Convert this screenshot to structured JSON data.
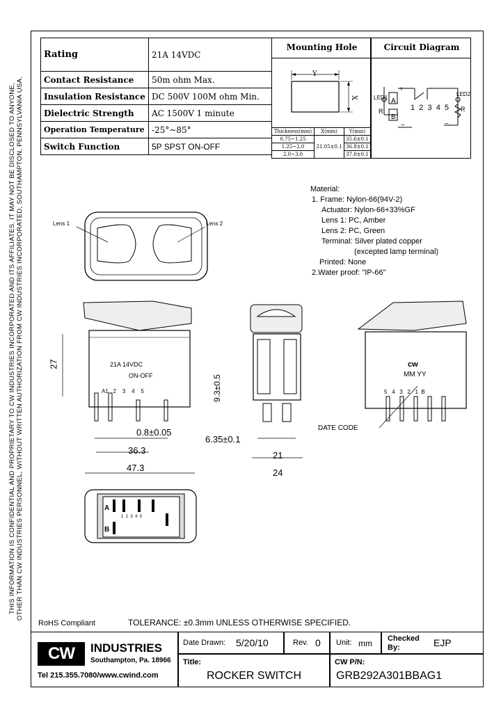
{
  "side_note": {
    "line1": "THIS INFORMATION IS CONFIDENTIAL AND PROPRIETARY TO CW INDUSTRIES INCORPORATED AND ITS AFFILIATES.  IT MAY NOT BE DISCLOSED TO ANYONE,",
    "line2": "OTHER THAN CW INDUSTRIES PERSONNEL, WITHOUT WRITTEN AUTHORIZATION FROM CW INDUSTRIES INCORPORATED, SOUTHAMPTON, PENNSYLVANIA USA."
  },
  "specs": [
    {
      "label": "Rating",
      "value": "21A  14VDC"
    },
    {
      "label": "Contact Resistance",
      "value": "50m ohm Max."
    },
    {
      "label": "Insulation Resistance",
      "value": "DC 500V 100M ohm Min."
    },
    {
      "label": "Dielectric Strength",
      "value": "AC 1500V 1 minute"
    },
    {
      "label": "Operation Temperature",
      "value": "-25°~85°"
    },
    {
      "label": "Switch Function",
      "value": "5P   SPST   ON-OFF"
    }
  ],
  "mounting_hole": {
    "title": "Mounting Hole",
    "dim_y": "Y",
    "dim_x": "X",
    "table_headers": [
      "Thickness(mm)",
      "X(mm)",
      "Y(mm)"
    ],
    "rows": [
      [
        "0.75~1.25",
        "",
        "35.6±0.1"
      ],
      [
        "1.25~2.0",
        "21.05±0.1",
        "36.8±0.1"
      ],
      [
        "2.0~3.0",
        "",
        "37.0±0.1"
      ]
    ]
  },
  "circuit_diagram": {
    "title": "Circuit Diagram",
    "led1": "LED1",
    "led2": "LED2",
    "a": "A",
    "b": "B",
    "r1": "R",
    "r2": "R",
    "plus1": "+",
    "minus1": "−",
    "minus2": "−",
    "terminals": "1  2  3  4  5"
  },
  "material": {
    "heading": "Material:",
    "lines": [
      "1. Frame: Nylon-66(94V-2)",
      "Actuator: Nylon-66+33%GF",
      "Lens 1: PC, Amber",
      "Lens 2: PC, Green",
      "Terminal: Silver plated copper",
      "(excepted lamp terminal)",
      "Printed: None",
      "2.Water proof: \"IP-66\""
    ]
  },
  "top_view": {
    "lens1": "Lens 1",
    "lens2": "Lens 2"
  },
  "front_view": {
    "rating_print": "21A  14VDC",
    "function_print": "ON-OFF",
    "terminal_labels": "A1   2    3    4    5",
    "dim_height": "27",
    "dim_pitch": "0.8±0.05",
    "dim_inner": "36.3",
    "dim_outer": "47.3"
  },
  "side_view": {
    "dim_term": "9.3±0.5",
    "dim_tab": "6.35±0.1",
    "dim_inner": "21",
    "dim_outer": "24"
  },
  "rear_view": {
    "logo": "cw",
    "date_mark": "MM YY",
    "terminal_labels": "5   4   3   2   1  B",
    "date_code": "DATE CODE"
  },
  "bottom_view": {
    "a": "A",
    "b": "B",
    "pins": "1  2  3  4  5"
  },
  "footer": {
    "rohs": "RoHS Compliant",
    "tolerance": "TOLERANCE: ±0.3mm UNLESS OTHERWISE SPECIFIED.",
    "company_logo": "CW",
    "company_name": "INDUSTRIES",
    "company_city": "Southampton, Pa. 18966",
    "company_contact": "Tel 215.355.7080/www.cwind.com",
    "date_label": "Date Drawn:",
    "date_value": "5/20/10",
    "rev_label": "Rev.",
    "rev_value": "0",
    "unit_label": "Unit:",
    "unit_value": "mm",
    "checked_label": "Checked By:",
    "checked_value": "EJP",
    "title_label": "Title:",
    "title_value": "ROCKER SWITCH",
    "pn_label": "CW P/N:",
    "pn_value": "GRB292A301BBAG1"
  }
}
